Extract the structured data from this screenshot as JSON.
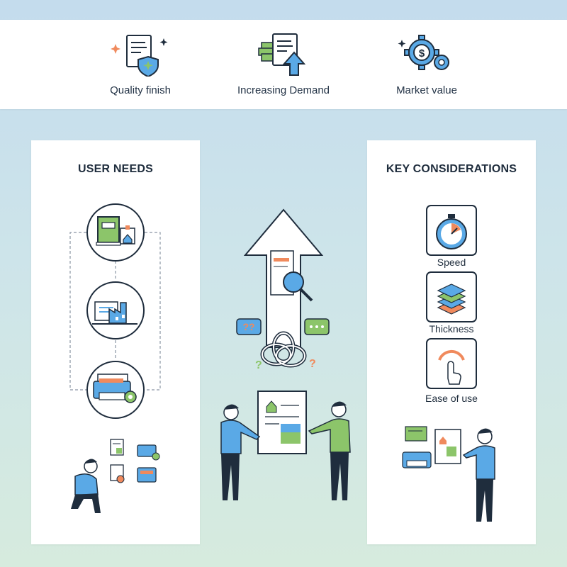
{
  "top_bar": {
    "features": [
      {
        "label": "Quality finish",
        "icon": "document-shield-icon"
      },
      {
        "label": "Increasing Demand",
        "icon": "document-up-arrow-icon"
      },
      {
        "label": "Market value",
        "icon": "dollar-gear-icon"
      }
    ]
  },
  "user_needs": {
    "title": "USER NEEDS",
    "icons": [
      "books-home-icon",
      "factory-icon",
      "printer-gear-icon"
    ]
  },
  "key_considerations": {
    "title": "KEY CONSIDERATIONS",
    "items": [
      {
        "label": "Speed",
        "icon": "stopwatch-icon"
      },
      {
        "label": "Thickness",
        "icon": "layers-icon"
      },
      {
        "label": "Ease of use",
        "icon": "touch-gauge-icon"
      }
    ]
  },
  "colors": {
    "accent_blue": "#5aa9e6",
    "accent_green": "#8cc56a",
    "accent_orange": "#f08a5d",
    "outline": "#1f2d3d"
  }
}
